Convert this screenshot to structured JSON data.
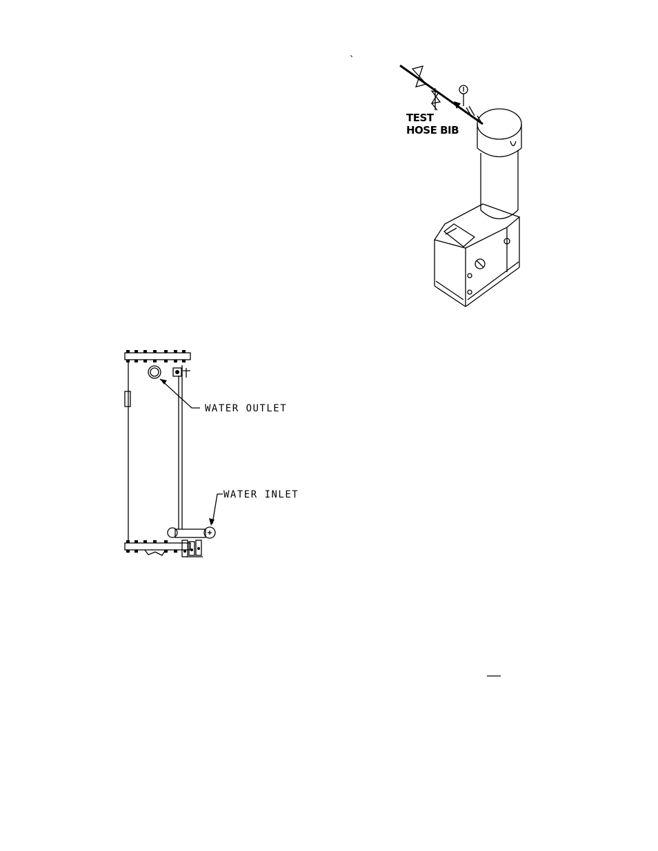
{
  "stray_mark": "`",
  "boiler_diagram": {
    "label_line1": "TEST",
    "label_line2": "HOSE BIB"
  },
  "heat_exchanger_diagram": {
    "water_outlet_label": "WATER OUTLET",
    "water_inlet_label": "WATER INLET"
  }
}
